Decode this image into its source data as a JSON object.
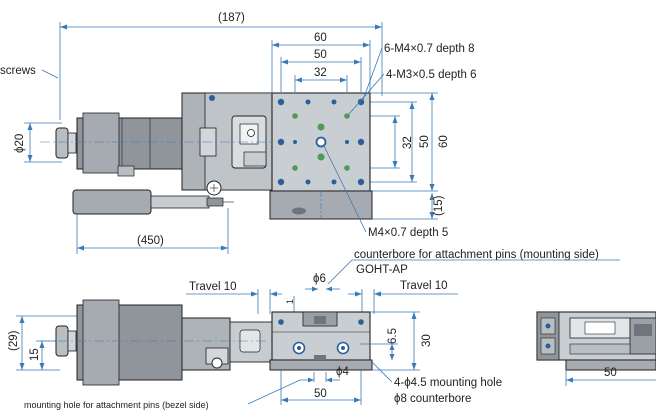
{
  "top_view": {
    "dim_overall": "(187)",
    "dim_top_60": "60",
    "dim_top_50": "50",
    "dim_top_32": "32",
    "dim_side_32": "32",
    "dim_side_50": "50",
    "dim_side_60": "60",
    "dim_side_15": "(15)",
    "dim_dia20": "ϕ20",
    "dim_cable": "(450)",
    "label_screws_partial": "screws",
    "label_m4_holes": "6-M4×0.7 depth 8",
    "label_m3_holes": "4-M3×0.5 depth 6",
    "label_m4_center": "M4×0.7 depth 5"
  },
  "front_view": {
    "label_counterbore_pins": "counterbore for attachment pins (mounting side)",
    "label_dia6": "ϕ6",
    "label_model": "GOHT-AP",
    "label_travel_left": "Travel 10",
    "label_travel_right": "Travel 10",
    "dim_1": "1",
    "dim_29": "(29)",
    "dim_15": "15",
    "dim_6_5": "6.5",
    "dim_30": "30",
    "dim_dia4": "ϕ4",
    "dim_50": "50",
    "label_mounting_hole": "4-ϕ4.5 mounting hole",
    "label_counterbore_8": "ϕ8 counterbore",
    "label_bezel_pins": "mounting hole for attachment pins (bezel side)"
  },
  "side_view": {
    "dim_50": "50"
  },
  "colors": {
    "dimension": "#3a7ab8",
    "outline": "#222222",
    "body": "#9aa0a6",
    "plate": "#c9ced3",
    "hole_blue": "#2a5f9a",
    "hole_green": "#4f9a58"
  }
}
